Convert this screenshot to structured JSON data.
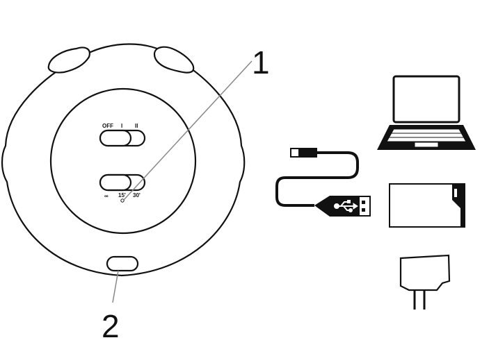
{
  "device": {
    "switch_top_labels": {
      "off": "OFF",
      "one": "I",
      "two": "II"
    },
    "switch_bottom_labels": {
      "inf": "∞",
      "m15": "15'",
      "m30": "30'"
    }
  },
  "callouts": {
    "one": "1",
    "two": "2"
  },
  "accessories": {
    "items": [
      "laptop-icon",
      "usb-cable-icon",
      "usb-symbol-icon",
      "power-bank-icon",
      "wall-adapter-icon"
    ]
  },
  "colors": {
    "stroke": "#111111",
    "leader": "#888888",
    "background": "#ffffff"
  }
}
